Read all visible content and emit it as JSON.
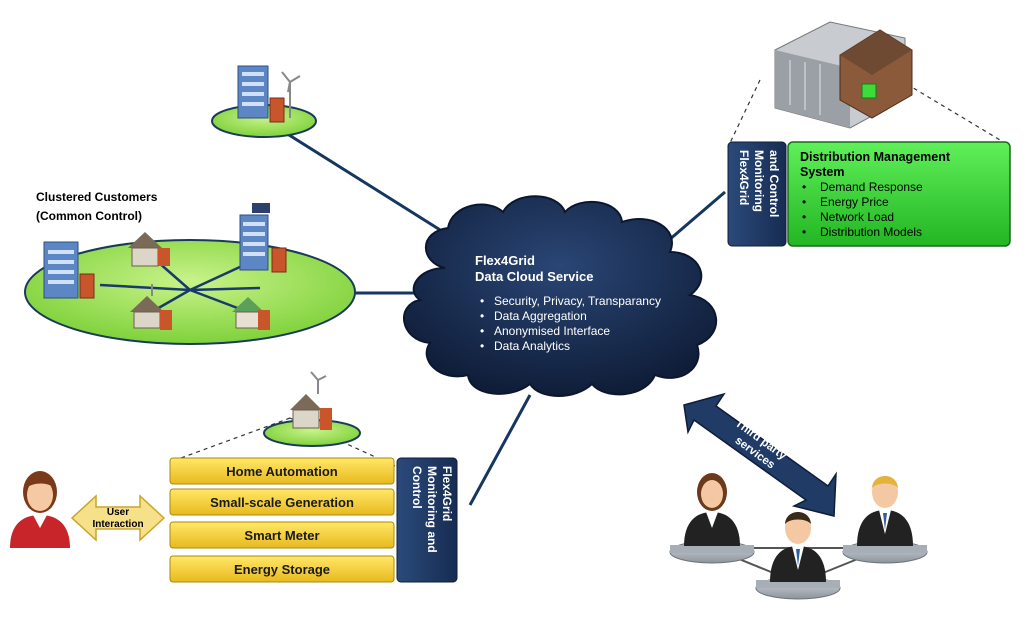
{
  "cloud": {
    "title_line1": "Flex4Grid",
    "title_line2": "Data Cloud Service",
    "bullets": [
      "Security, Privacy, Transparancy",
      "Data Aggregation",
      "Anonymised Interface",
      "Data Analytics"
    ]
  },
  "clustered": {
    "title_line1": "Clustered Customers",
    "title_line2": "(Common Control)"
  },
  "dms": {
    "title_line1": "Distribution Management",
    "title_line2": "System",
    "bullets": [
      "Demand Response",
      "Energy Price",
      "Network Load",
      "Distribution Models"
    ],
    "side_label_lines": [
      "Flex4Grid",
      "Monitoring",
      "and Control"
    ]
  },
  "home": {
    "layers": [
      "Home Automation",
      "Small-scale Generation",
      "Smart Meter",
      "Energy Storage"
    ],
    "side_label_lines": [
      "Flex4Grid",
      "Monitoring and",
      "Control"
    ],
    "user_interaction_lines": [
      "User",
      "Interaction"
    ]
  },
  "third_party": {
    "label_lines": [
      "Third party",
      "services"
    ]
  },
  "colors": {
    "cloud_fill": "#17294a",
    "green_box": "#3ddc3a",
    "yellow_bar": "#f5d531",
    "side_label_box": "#1f3b66",
    "connector": "#15365f",
    "arrow": "#1f3b66"
  }
}
